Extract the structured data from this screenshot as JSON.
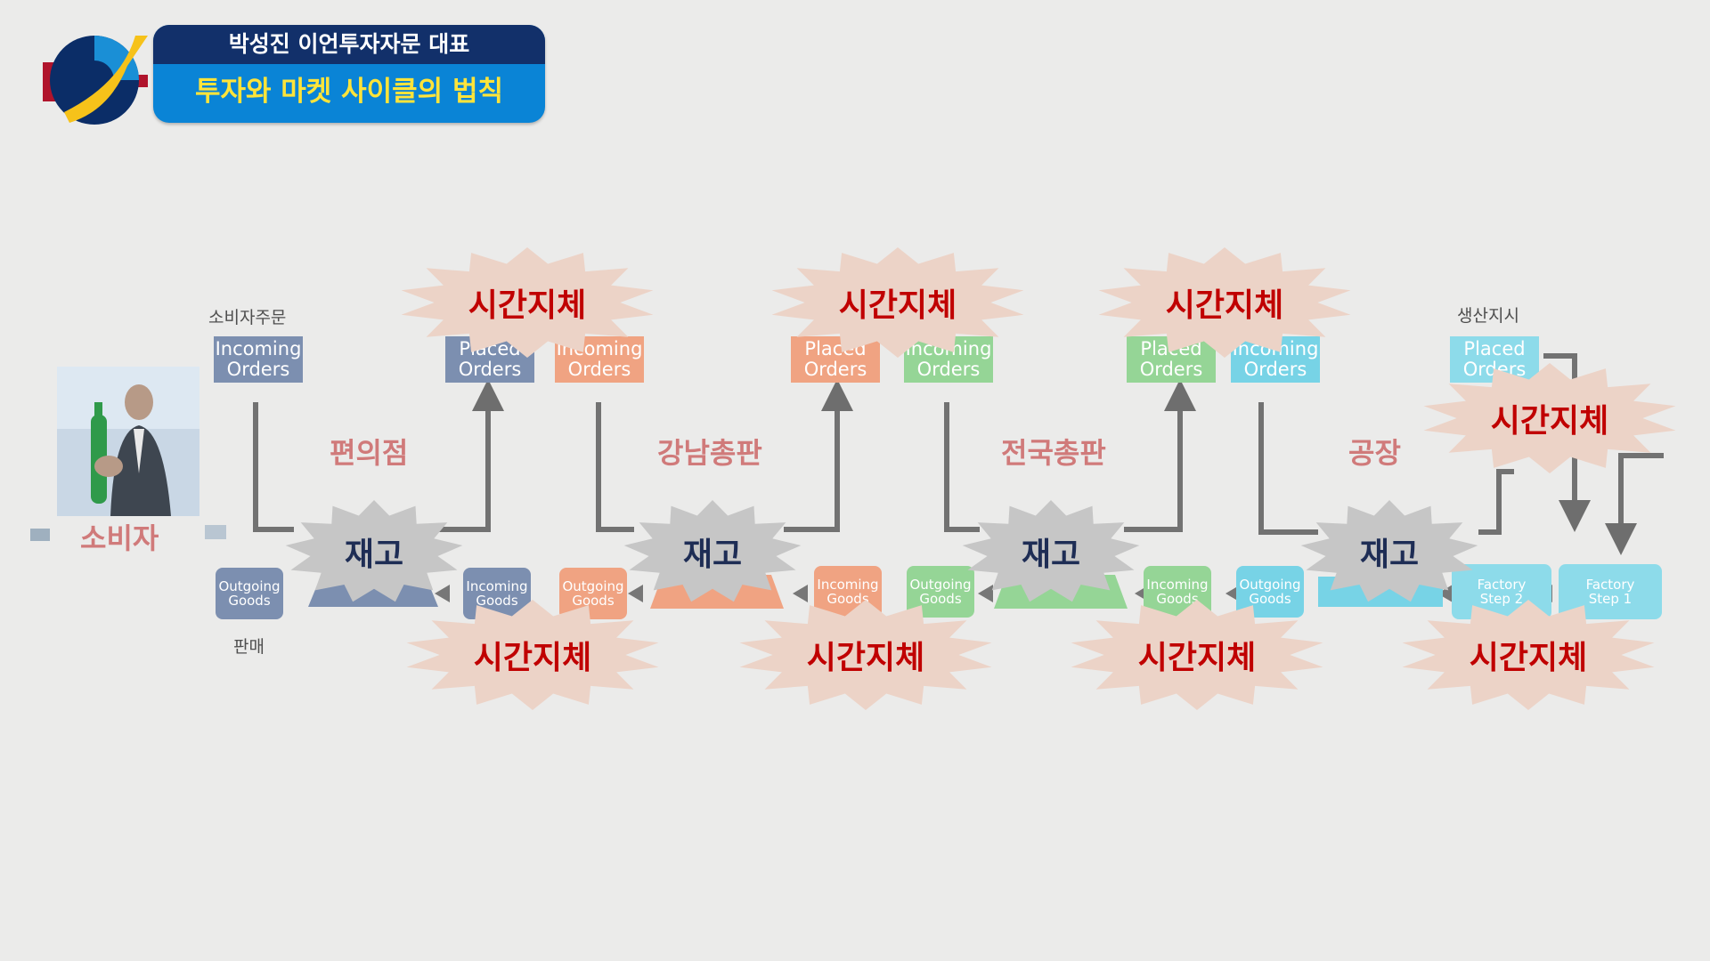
{
  "header": {
    "top_title": "박성진 이언투자자문 대표",
    "subtitle": "투자와 마켓 사이클의 법칙"
  },
  "labels": {
    "consumer_order": "소비자주문",
    "production_order": "생산지시",
    "sale": "판매",
    "consumer": "소비자"
  },
  "stages": [
    "편의점",
    "강남총판",
    "전국총판",
    "공장"
  ],
  "boxes": {
    "incoming_orders": "Incoming\nOrders",
    "placed_orders": "Placed\nOrders",
    "outgoing_goods": "Outgoing\nGoods",
    "incoming_goods": "Incoming\nGoods",
    "factory_step2": "Factory\nStep 2",
    "factory_step1": "Factory\nStep 1"
  },
  "badges": {
    "time_lag": "시간지체",
    "inventory": "재고"
  },
  "colors": {
    "header_dark": "#12306a",
    "header_blue": "#0a84d6",
    "header_subtitle": "#ffe43a",
    "time_lag_text": "#c00000",
    "inventory_text": "#1e2d55",
    "stage_text": "#d07a7a",
    "consumer_boxes": "#7c8fb0",
    "retail_boxes": "#f0a382",
    "wholesale_boxes": "#95d596",
    "distributor_boxes": "#77d3e6",
    "factory_boxes": "#8ddbea"
  }
}
